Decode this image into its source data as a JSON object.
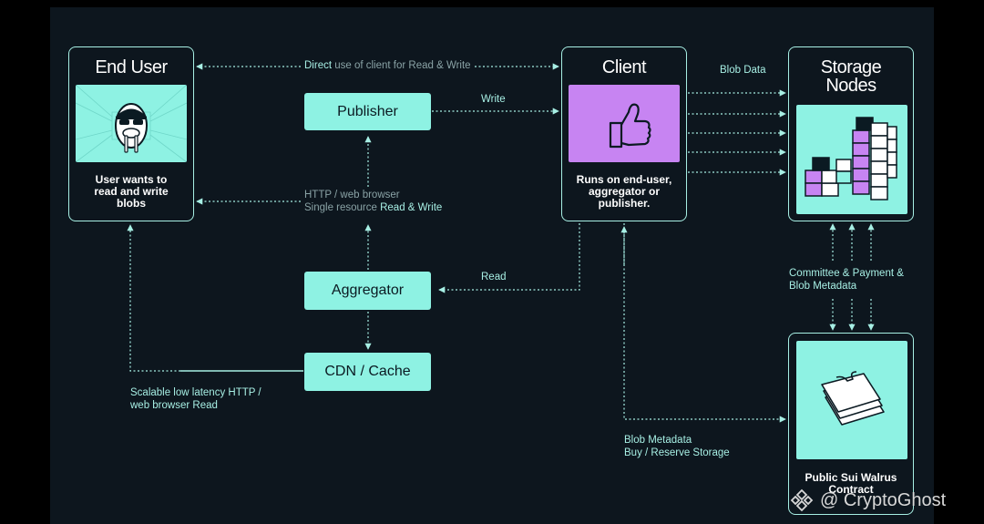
{
  "colors": {
    "background": "#0d161e",
    "accent": "#8ef2e3",
    "line": "#a7efe4",
    "client_box": "#c784f2",
    "text": "#ffffff"
  },
  "end_user": {
    "title": "End User",
    "description": "User wants to read and write blobs",
    "icon": "walrus-icon"
  },
  "client": {
    "title": "Client",
    "description": "Runs on end-user, aggregator or publisher.",
    "icon": "thumbs-up-icon"
  },
  "storage_nodes": {
    "title": "Storage Nodes",
    "icon": "stacked-cubes-icon"
  },
  "contract": {
    "title": "Public Sui Walrus Contract",
    "icon": "stacked-sheets-icon"
  },
  "publisher": {
    "label": "Publisher"
  },
  "aggregator": {
    "label": "Aggregator"
  },
  "cdn": {
    "label": "CDN / Cache"
  },
  "edges": {
    "direct_strong": "Direct",
    "direct_rest": " use of client for Read & Write",
    "write": "Write",
    "blob_data": "Blob Data",
    "http_line1": "HTTP / web browser",
    "http_line2_prefix": "Single resource ",
    "http_line2_strong": "Read & Write",
    "read": "Read",
    "committee_line1": "Committee & Payment &",
    "committee_line2": "Blob Metadata",
    "scalable_line1": "Scalable low latency HTTP /",
    "scalable_line2": "web browser Read",
    "meta_line1": "Blob Metadata",
    "meta_line2": "Buy / Reserve Storage"
  },
  "watermark": {
    "text": "@ CryptoGhost",
    "icon": "binance-logo-icon"
  }
}
